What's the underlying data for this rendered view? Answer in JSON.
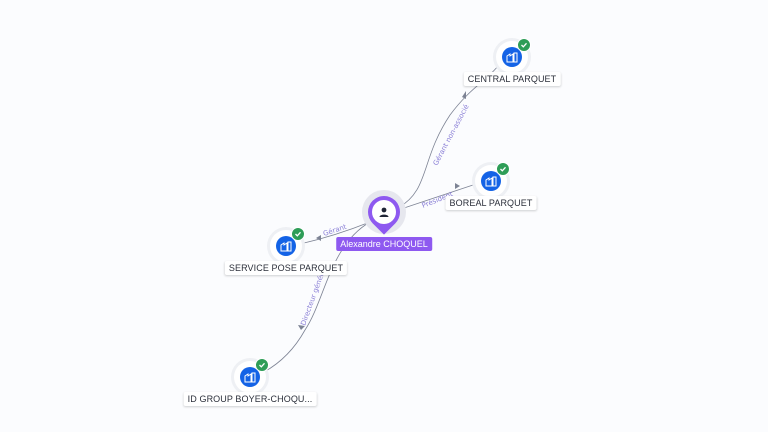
{
  "center": {
    "name": "Alexandre CHOQUEL",
    "icon": "person-icon",
    "color": "#8e59f0"
  },
  "companies": [
    {
      "id": "central",
      "name": "CENTRAL PARQUET",
      "icon": "building-icon",
      "status": "verified-check-icon"
    },
    {
      "id": "boreal",
      "name": "BOREAL PARQUET",
      "icon": "building-icon",
      "status": "verified-check-icon"
    },
    {
      "id": "service",
      "name": "SERVICE POSE PARQUET",
      "icon": "building-icon",
      "status": "verified-check-icon"
    },
    {
      "id": "idgroup",
      "name": "ID GROUP BOYER-CHOQU...",
      "icon": "building-icon",
      "status": "verified-check-icon"
    }
  ],
  "relations": [
    {
      "to": "central",
      "label": "Gérant non-associé"
    },
    {
      "to": "boreal",
      "label": "Président"
    },
    {
      "to": "service",
      "label": "Gérant"
    },
    {
      "to": "idgroup",
      "label": "Directeur génér..."
    }
  ],
  "colors": {
    "company_blue": "#1463e6",
    "check_green": "#2e9d57",
    "edge": "#7d8394",
    "edge_label": "#8a7fd6"
  }
}
